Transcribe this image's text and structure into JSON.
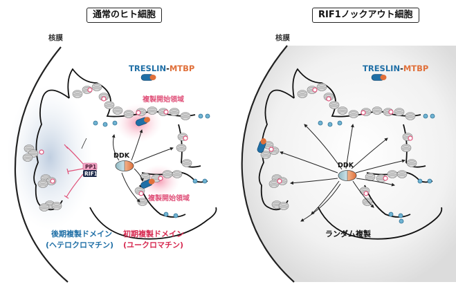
{
  "left_panel": {
    "title": "通常のヒト細胞",
    "membrane_label": "核膜",
    "treslin": "TRESLIN",
    "dash": "-",
    "mtbp": "MTBP",
    "origin_label_1": "複製開始領域",
    "origin_label_2": "複製開始領域",
    "ddk": "DDK",
    "pp1": "PP1",
    "rif1": "RIF1",
    "late_domain_1": "後期複製ドメイン",
    "late_domain_2": "(ヘテロクロマチン)",
    "early_domain_1": "初期複製ドメイン",
    "early_domain_2": "(ユークロマチン)"
  },
  "right_panel": {
    "title": "RIF1ノックアウト細胞",
    "membrane_label": "核膜",
    "treslin": "TRESLIN",
    "dash": "-",
    "mtbp": "MTBP",
    "ddk": "DDK",
    "random_label": "ランダム複製"
  },
  "colors": {
    "treslin_blue": "#1f6fa6",
    "mtbp_orange": "#e0703a",
    "origin_pink": "#e0527a",
    "pp1_pink": "#f4a6c6",
    "rif1_navy": "#1d2a4a",
    "hetero_blue_glow": "#c9d6e6",
    "euchromatin_pink_glow": "#f7b3c3",
    "nucleosome_gray": "#cfcfcf"
  }
}
